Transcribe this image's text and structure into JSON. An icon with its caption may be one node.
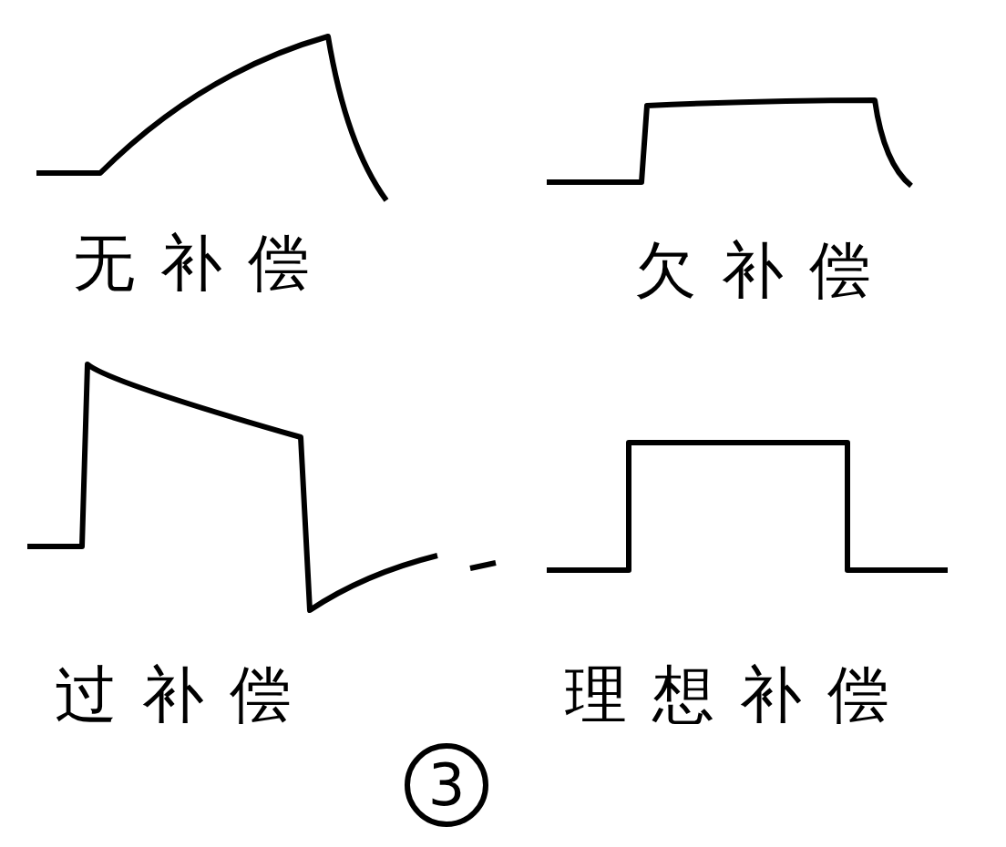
{
  "diagram": {
    "labels": [
      "无补偿",
      "欠补偿",
      "过补偿",
      "理想补偿",
      "3"
    ]
  }
}
